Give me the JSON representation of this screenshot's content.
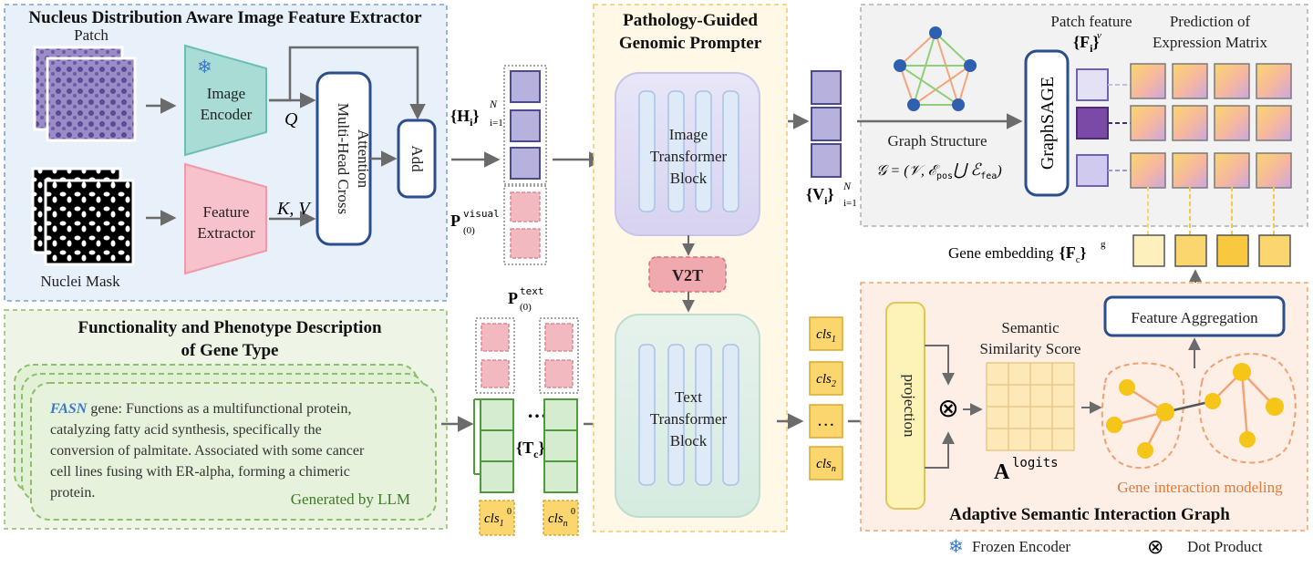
{
  "colors": {
    "blue_panel_bg": "#e8f0fa",
    "blue_panel_border": "#7aa0d0",
    "green_panel_bg": "#eef5e6",
    "green_panel_border": "#8cbf6a",
    "yellow_panel_bg": "#fff8e6",
    "yellow_panel_border": "#f0c868",
    "gray_panel_bg": "#f2f2f2",
    "orange_panel_bg": "#fdeee6",
    "orange_panel_border": "#f0a070",
    "purple_token": "#b7b2dd",
    "pink_token": "#f2b9c0",
    "gold_token": "#fbd56e",
    "navy_stroke": "#2b4d8c",
    "orange_text": "#e07a3a"
  },
  "feature_extractor": {
    "title": "Nucleus Distribution Aware Image Feature Extractor",
    "patch_label": "Patch",
    "mask_label": "Nuclei Mask",
    "image_encoder": [
      "Image",
      "Encoder"
    ],
    "feature_extractor": [
      "Feature",
      "Extractor"
    ],
    "q_label": "Q",
    "kv_label": "K, V",
    "attention": [
      "Multi-Head Cross",
      "Attention"
    ],
    "add_label": "Add",
    "snowflake": "❄"
  },
  "tokens": {
    "h_label": "{H",
    "h_sub": "i",
    "h_range_top": "N",
    "h_range_bot": "i=1",
    "p_visual": "P",
    "p_visual_sup": "visual",
    "p_visual_sub": "(0)",
    "p_text": "P",
    "p_text_sup": "text",
    "p_text_sub": "(0)",
    "ellipsis": "…",
    "t_label": "{T",
    "t_sub": "c",
    "cls1_0": "cls",
    "cls1_0_sub": "1",
    "clsn_0": "cls",
    "clsn_0_sub": "n",
    "cls_zero_sup": "0"
  },
  "description": {
    "title_line1": "Functionality and Phenotype Description",
    "title_line2": "of Gene Type",
    "gene_name": "FASN",
    "text_line1": " gene: Functions as a multifunctional protein,",
    "text_line2": "catalyzing fatty acid synthesis, specifically the",
    "text_line3": "conversion of palmitate. Associated with some cancer",
    "text_line4": "cell lines fusing with ER-alpha, forming a chimeric",
    "text_line5": "protein.",
    "generated": "Generated by LLM"
  },
  "prompter": {
    "title_line1": "Pathology-Guided",
    "title_line2": "Genomic Prompter",
    "image_block": [
      "Image",
      "Transformer",
      "Block"
    ],
    "v2t": "V2T",
    "text_block": [
      "Text",
      "Transformer",
      "Block"
    ]
  },
  "graph_panel": {
    "v_label": "{V",
    "v_sub": "i",
    "v_range_top": "N",
    "v_range_bot": "i=1",
    "graph_structure": "Graph Structure",
    "graph_formula": "𝒢 = (𝒱, ℰ",
    "graph_pos": "pos",
    "graph_union": "⋃ ℰ",
    "graph_fea": "fea",
    "graph_close": ")",
    "graphsage": "GraphSAGE",
    "patch_feature": "Patch feature",
    "patch_feature_sym": "{F",
    "patch_feature_sub": "i",
    "patch_feature_sup": "v",
    "prediction_line1": "Prediction of",
    "prediction_line2": "Expression Matrix"
  },
  "gene_embedding": {
    "label": "Gene embedding",
    "sym": "{F",
    "sub": "c",
    "sup": "g"
  },
  "interaction": {
    "cls_tokens": [
      {
        "base": "cls",
        "sub": "1"
      },
      {
        "base": "cls",
        "sub": "2"
      },
      {
        "base": "…",
        "sub": ""
      },
      {
        "base": "cls",
        "sub": "n"
      }
    ],
    "projection": "projection",
    "dot_symbol": "⊗",
    "similarity_line1": "Semantic",
    "similarity_line2": "Similarity Score",
    "a_logits": "A",
    "a_logits_sup": "logits",
    "feature_aggregation": "Feature Aggregation",
    "gene_interaction": "Gene interaction modeling",
    "title": "Adaptive Semantic Interaction Graph"
  },
  "legend": {
    "frozen_icon": "❄",
    "frozen": "Frozen Encoder",
    "dot_icon": "⊗",
    "dot": "Dot Product"
  }
}
